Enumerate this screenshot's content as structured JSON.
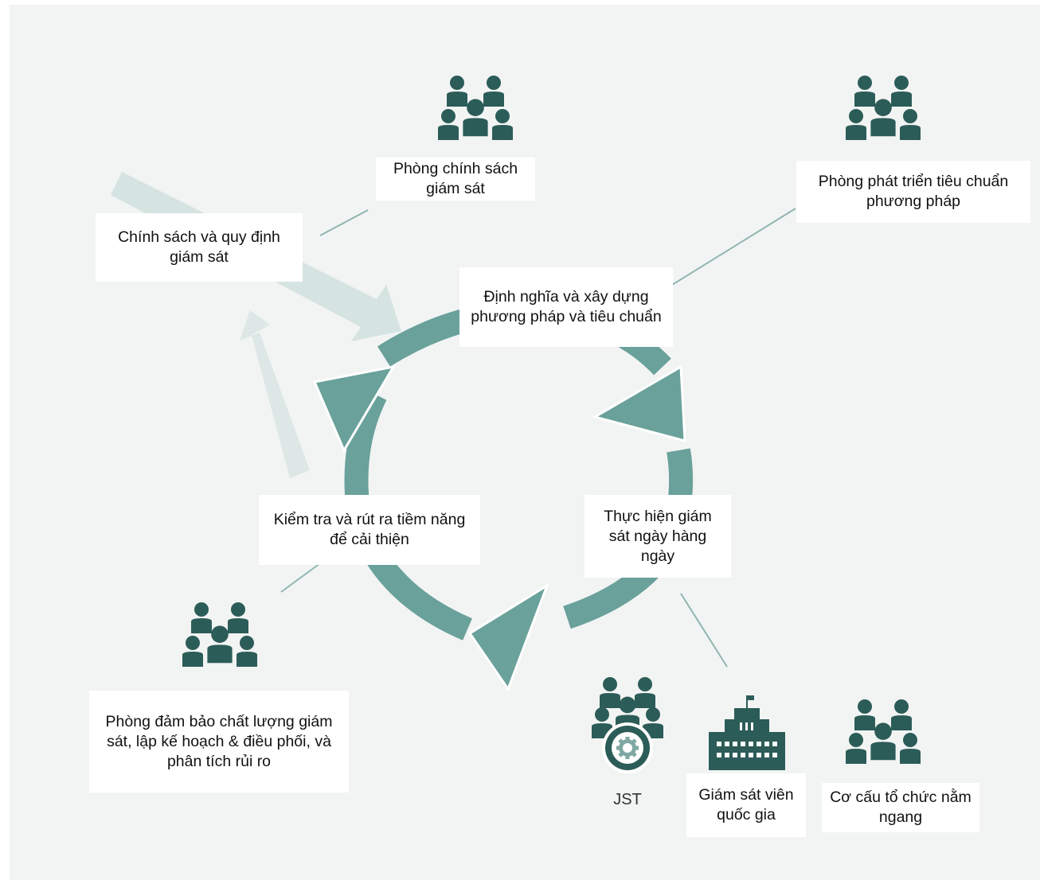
{
  "colors": {
    "background": "#f2f4f4",
    "cycle_arrow": "#6aa19b",
    "cycle_arrow_edge": "#ffffff",
    "faded_arrow": "#d5e3e1",
    "icon": "#2c5c58",
    "connector": "#8fb5b0"
  },
  "nodes": {
    "policy_office": {
      "icon": "people-group-icon",
      "label": "Phòng chính sách giám sát"
    },
    "methods_office": {
      "icon": "people-group-icon",
      "label": "Phòng phát triển tiêu chuẩn phương pháp"
    },
    "qa_office": {
      "icon": "people-group-icon",
      "label": "Phòng đảm bảo chất lượng giám sát, lập kế hoạch & điều phối, và phân tích rủi ro"
    },
    "jst": {
      "icon": "people-gear-icon",
      "label": "JST"
    },
    "national_supervisors": {
      "icon": "government-building-icon",
      "label": "Giám sát viên quốc gia"
    },
    "horizontal_structure": {
      "icon": "people-group-icon",
      "label": "Cơ cấu tổ chức nằm ngang"
    }
  },
  "steps": {
    "policy_rules": "Chính sách và quy định giám sát",
    "define_methods": "Định nghĩa và xây dựng phương pháp và tiêu chuẩn",
    "daily_supervision": "Thực hiện giám sát ngày hàng ngày",
    "review_improve": "Kiểm tra và rút ra tiềm năng để cải thiện"
  }
}
